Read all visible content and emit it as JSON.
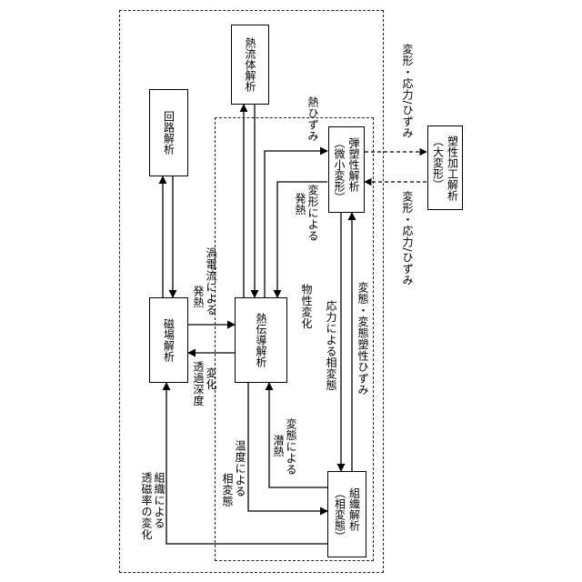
{
  "boxes": {
    "circuit": "回路解析",
    "thermal_fluid": "熱流体解析",
    "elastoplastic": "弾塑性解析",
    "elastoplastic_sub": "（微小変形）",
    "plastic_working": "塑性加工解析",
    "plastic_working_sub": "（大変形）",
    "magnetic": "磁場解析",
    "heat_conduction": "熱伝導解析",
    "structure": "組織解析",
    "structure_sub": "（相変態）"
  },
  "labels": {
    "eddy_heat_1": "渦電流による",
    "eddy_heat_2": "発熱",
    "depth_1": "透過深度",
    "depth_2": "変化",
    "thermal_strain": "熱ひずみ",
    "deform_heat_1": "変形による",
    "deform_heat_2": "発熱",
    "property_change": "物性変化",
    "stress_phase": "応力による相変態",
    "transform_strain": "変態・変態塑性ひずみ",
    "temp_phase_1": "温度による",
    "temp_phase_2": "相変態",
    "latent_1": "変態による",
    "latent_2": "潜熱",
    "perm_1": "組織による",
    "perm_2": "透磁率の変化",
    "dsv_top": "変形・応力/ひずみ",
    "dsv_bottom": "変形・応力/ひずみ"
  }
}
